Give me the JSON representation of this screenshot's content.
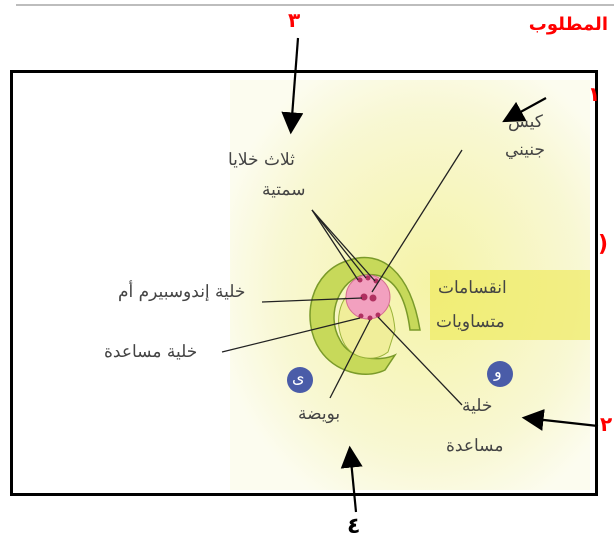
{
  "header": {
    "required_label": "المطلوب"
  },
  "markers": {
    "m1": "١",
    "m2": "٢",
    "m3": "٣",
    "m4": "٤",
    "paren": ")"
  },
  "diagram": {
    "embryo_sac": [
      "كيس",
      "جنيني"
    ],
    "three_cells": [
      "ثلاث خلايا",
      "سمتية"
    ],
    "endosperm_mother": "خلية إندوسبيرم أم",
    "helper_cell": "خلية مساعدة",
    "egg": "بويضة",
    "helper_cell_right": [
      "خلية",
      "مساعدة"
    ],
    "equal_division": [
      "انقسامات",
      "متساويات"
    ],
    "circle_left": "ى",
    "circle_right": "و"
  },
  "colors": {
    "red": "#ff0000",
    "yellow_bg": "#f4f2a0",
    "ovule_green": "#a8c84a",
    "sac_pink": "#f2a0bf",
    "circle_blue": "#4a5ca8"
  }
}
